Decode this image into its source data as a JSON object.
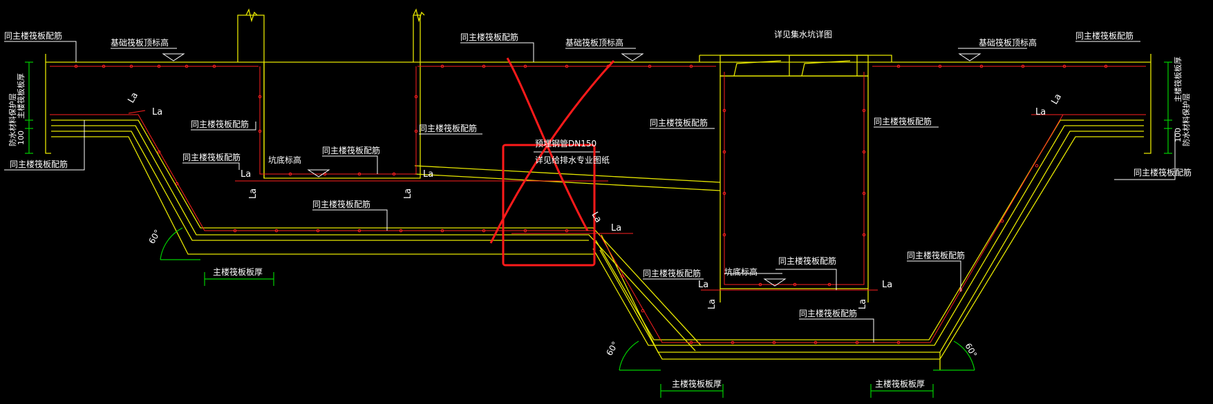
{
  "colors": {
    "background": "#000000",
    "concrete": "#e6e600",
    "rebar": "#ff2020",
    "leader": "#ffffff",
    "dimension": "#00d000",
    "markup": "#ff1a1a"
  },
  "labels": {
    "same_reinf": "同主楼筏板配筋",
    "found_top": "基础筏板顶标高",
    "pit_bottom": "坑底标高",
    "sump_detail": "详见集水坑详图",
    "main_thick": "主楼筏板板厚",
    "pipe_note_1": "预埋钢管DN150",
    "pipe_note_2": "详见给排水专业图纸",
    "la": "La",
    "angle_60": "60°",
    "dim_100": "100",
    "waterproof_protect": "防水材料保护层",
    "main_raft_thick_side": "主楼筏板板厚"
  }
}
